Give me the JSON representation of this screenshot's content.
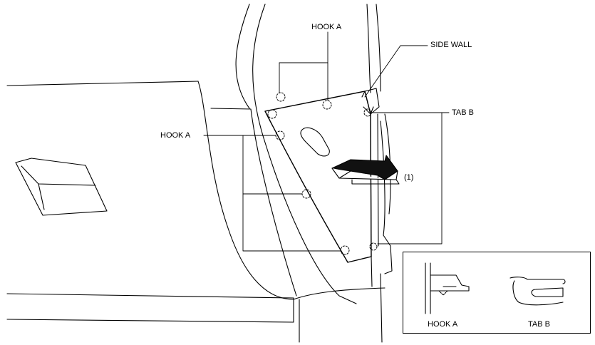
{
  "labels": {
    "hook_a_top": "HOOK A",
    "side_wall": "SIDE WALL",
    "tab_b": "TAB B",
    "hook_a_left": "HOOK A",
    "step_number": "(1)",
    "legend_hook_a": "HOOK A",
    "legend_tab_b": "TAB B"
  },
  "colors": {
    "line": "#000000",
    "background": "#ffffff",
    "arrow_fill": "#111111"
  },
  "icons": {
    "removal_arrow": "arrow-right-icon",
    "hook_callout": "dashed-circle-icon"
  }
}
